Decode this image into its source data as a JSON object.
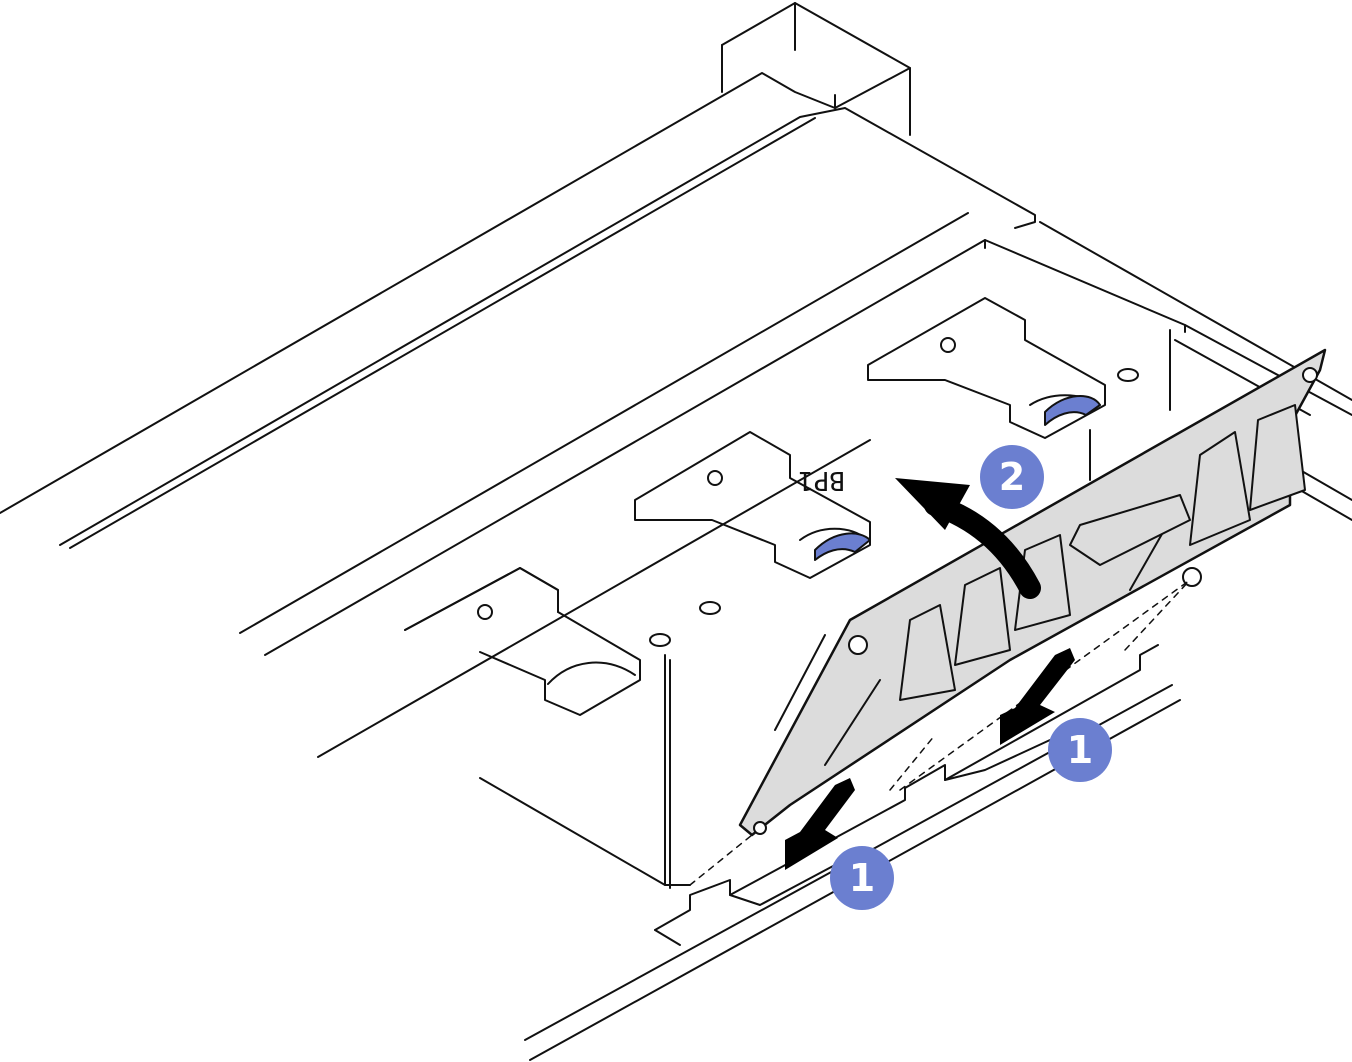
{
  "diagram": {
    "board_label": "BP1",
    "steps": [
      {
        "label": "1"
      },
      {
        "label": "1"
      },
      {
        "label": "2"
      }
    ],
    "colors": {
      "line": "#111111",
      "callout": "#6b7fd0",
      "latch_tab": "#6b7fd0",
      "board_fill": "#dcdcdc",
      "arrow": "#000000"
    }
  }
}
